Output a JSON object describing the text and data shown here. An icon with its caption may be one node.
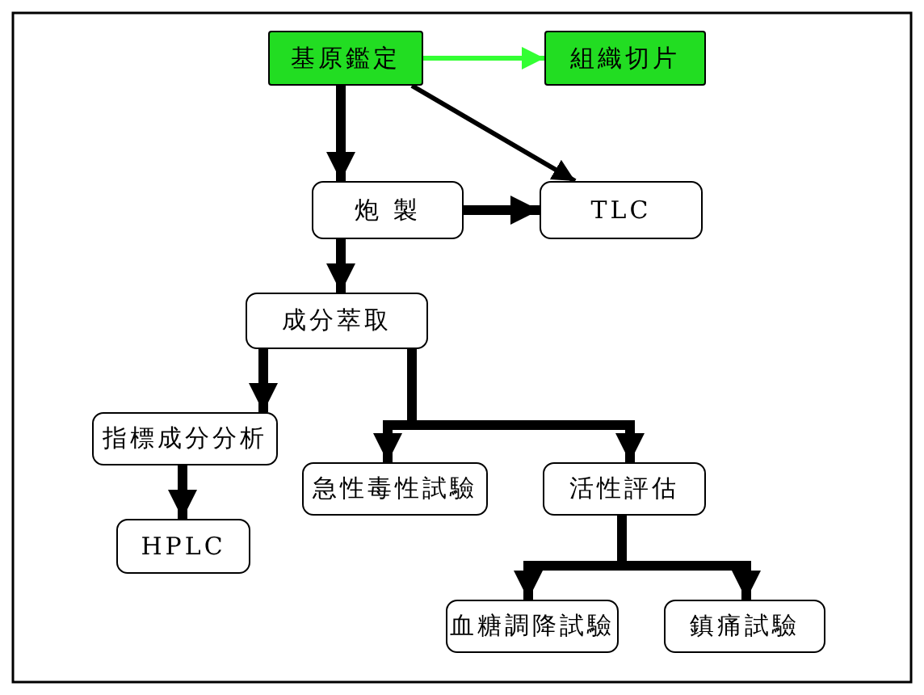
{
  "diagram": {
    "nodes": [
      {
        "text": [
          "基原鑑定"
        ]
      },
      {
        "text": [
          "組織切片"
        ]
      },
      {
        "text": [
          "炮 製"
        ]
      },
      {
        "text": [
          "TLC"
        ]
      },
      {
        "text": [
          "成分萃取"
        ]
      },
      {
        "text": [
          "指標成分分析"
        ]
      },
      {
        "text": [
          "HPLC"
        ]
      },
      {
        "text": [
          "急性毒性試驗"
        ]
      },
      {
        "text": [
          "活性評估"
        ]
      },
      {
        "text": [
          "血糖調降試驗"
        ]
      },
      {
        "text": [
          "鎮痛試驗"
        ]
      }
    ],
    "edges": [
      {
        "from": 0,
        "to": 1,
        "arrow": "to",
        "color": "#33ff33"
      },
      {
        "from": 0,
        "to": 2,
        "arrow": "to"
      },
      {
        "from": 0,
        "to": 3,
        "arrow": "to"
      },
      {
        "from": 2,
        "to": 3,
        "arrow": "to"
      },
      {
        "from": 2,
        "to": 4,
        "arrow": "to"
      },
      {
        "from": 4,
        "to": 5,
        "arrow": "to"
      },
      {
        "from": 4,
        "to": 7,
        "arrow": "to"
      },
      {
        "from": 4,
        "to": 8,
        "arrow": "to"
      },
      {
        "from": 5,
        "to": 6,
        "arrow": "to"
      },
      {
        "from": 8,
        "to": 9,
        "arrow": "to"
      },
      {
        "from": 8,
        "to": 10,
        "arrow": "to"
      }
    ]
  }
}
